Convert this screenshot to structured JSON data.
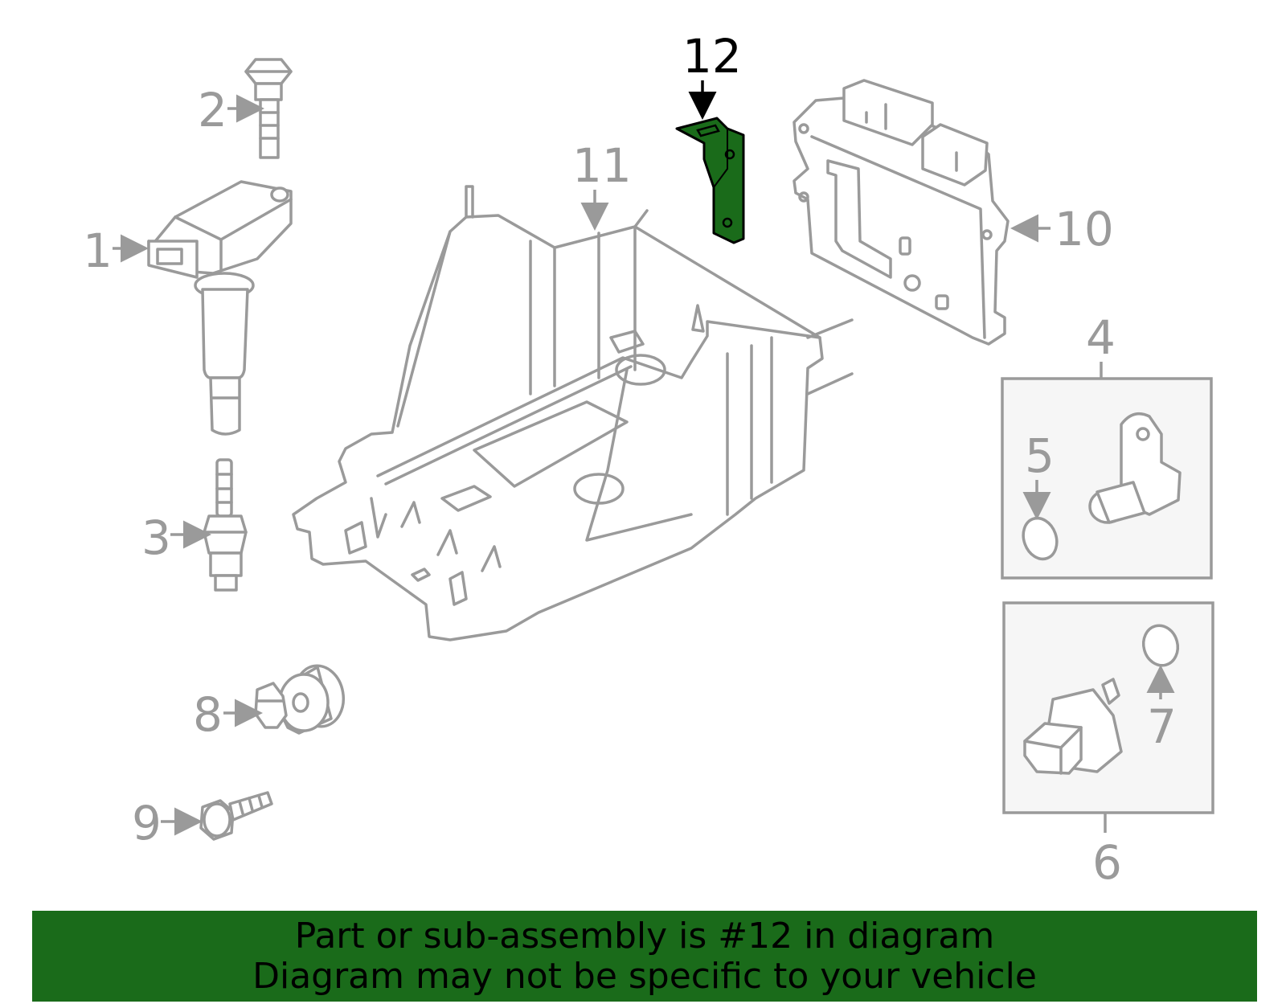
{
  "diagram": {
    "callouts": [
      "1",
      "2",
      "3",
      "4",
      "5",
      "6",
      "7",
      "8",
      "9",
      "10",
      "11",
      "12"
    ],
    "highlighted_part": "12",
    "highlight_color": "#1a6b1a",
    "line_color": "#9a9a9a",
    "box_fill": "#f6f6f6"
  },
  "banner": {
    "line1": "Part or sub-assembly is #12 in diagram",
    "line2": "Diagram may not be specific to your vehicle",
    "background": "#1a6b1a"
  }
}
